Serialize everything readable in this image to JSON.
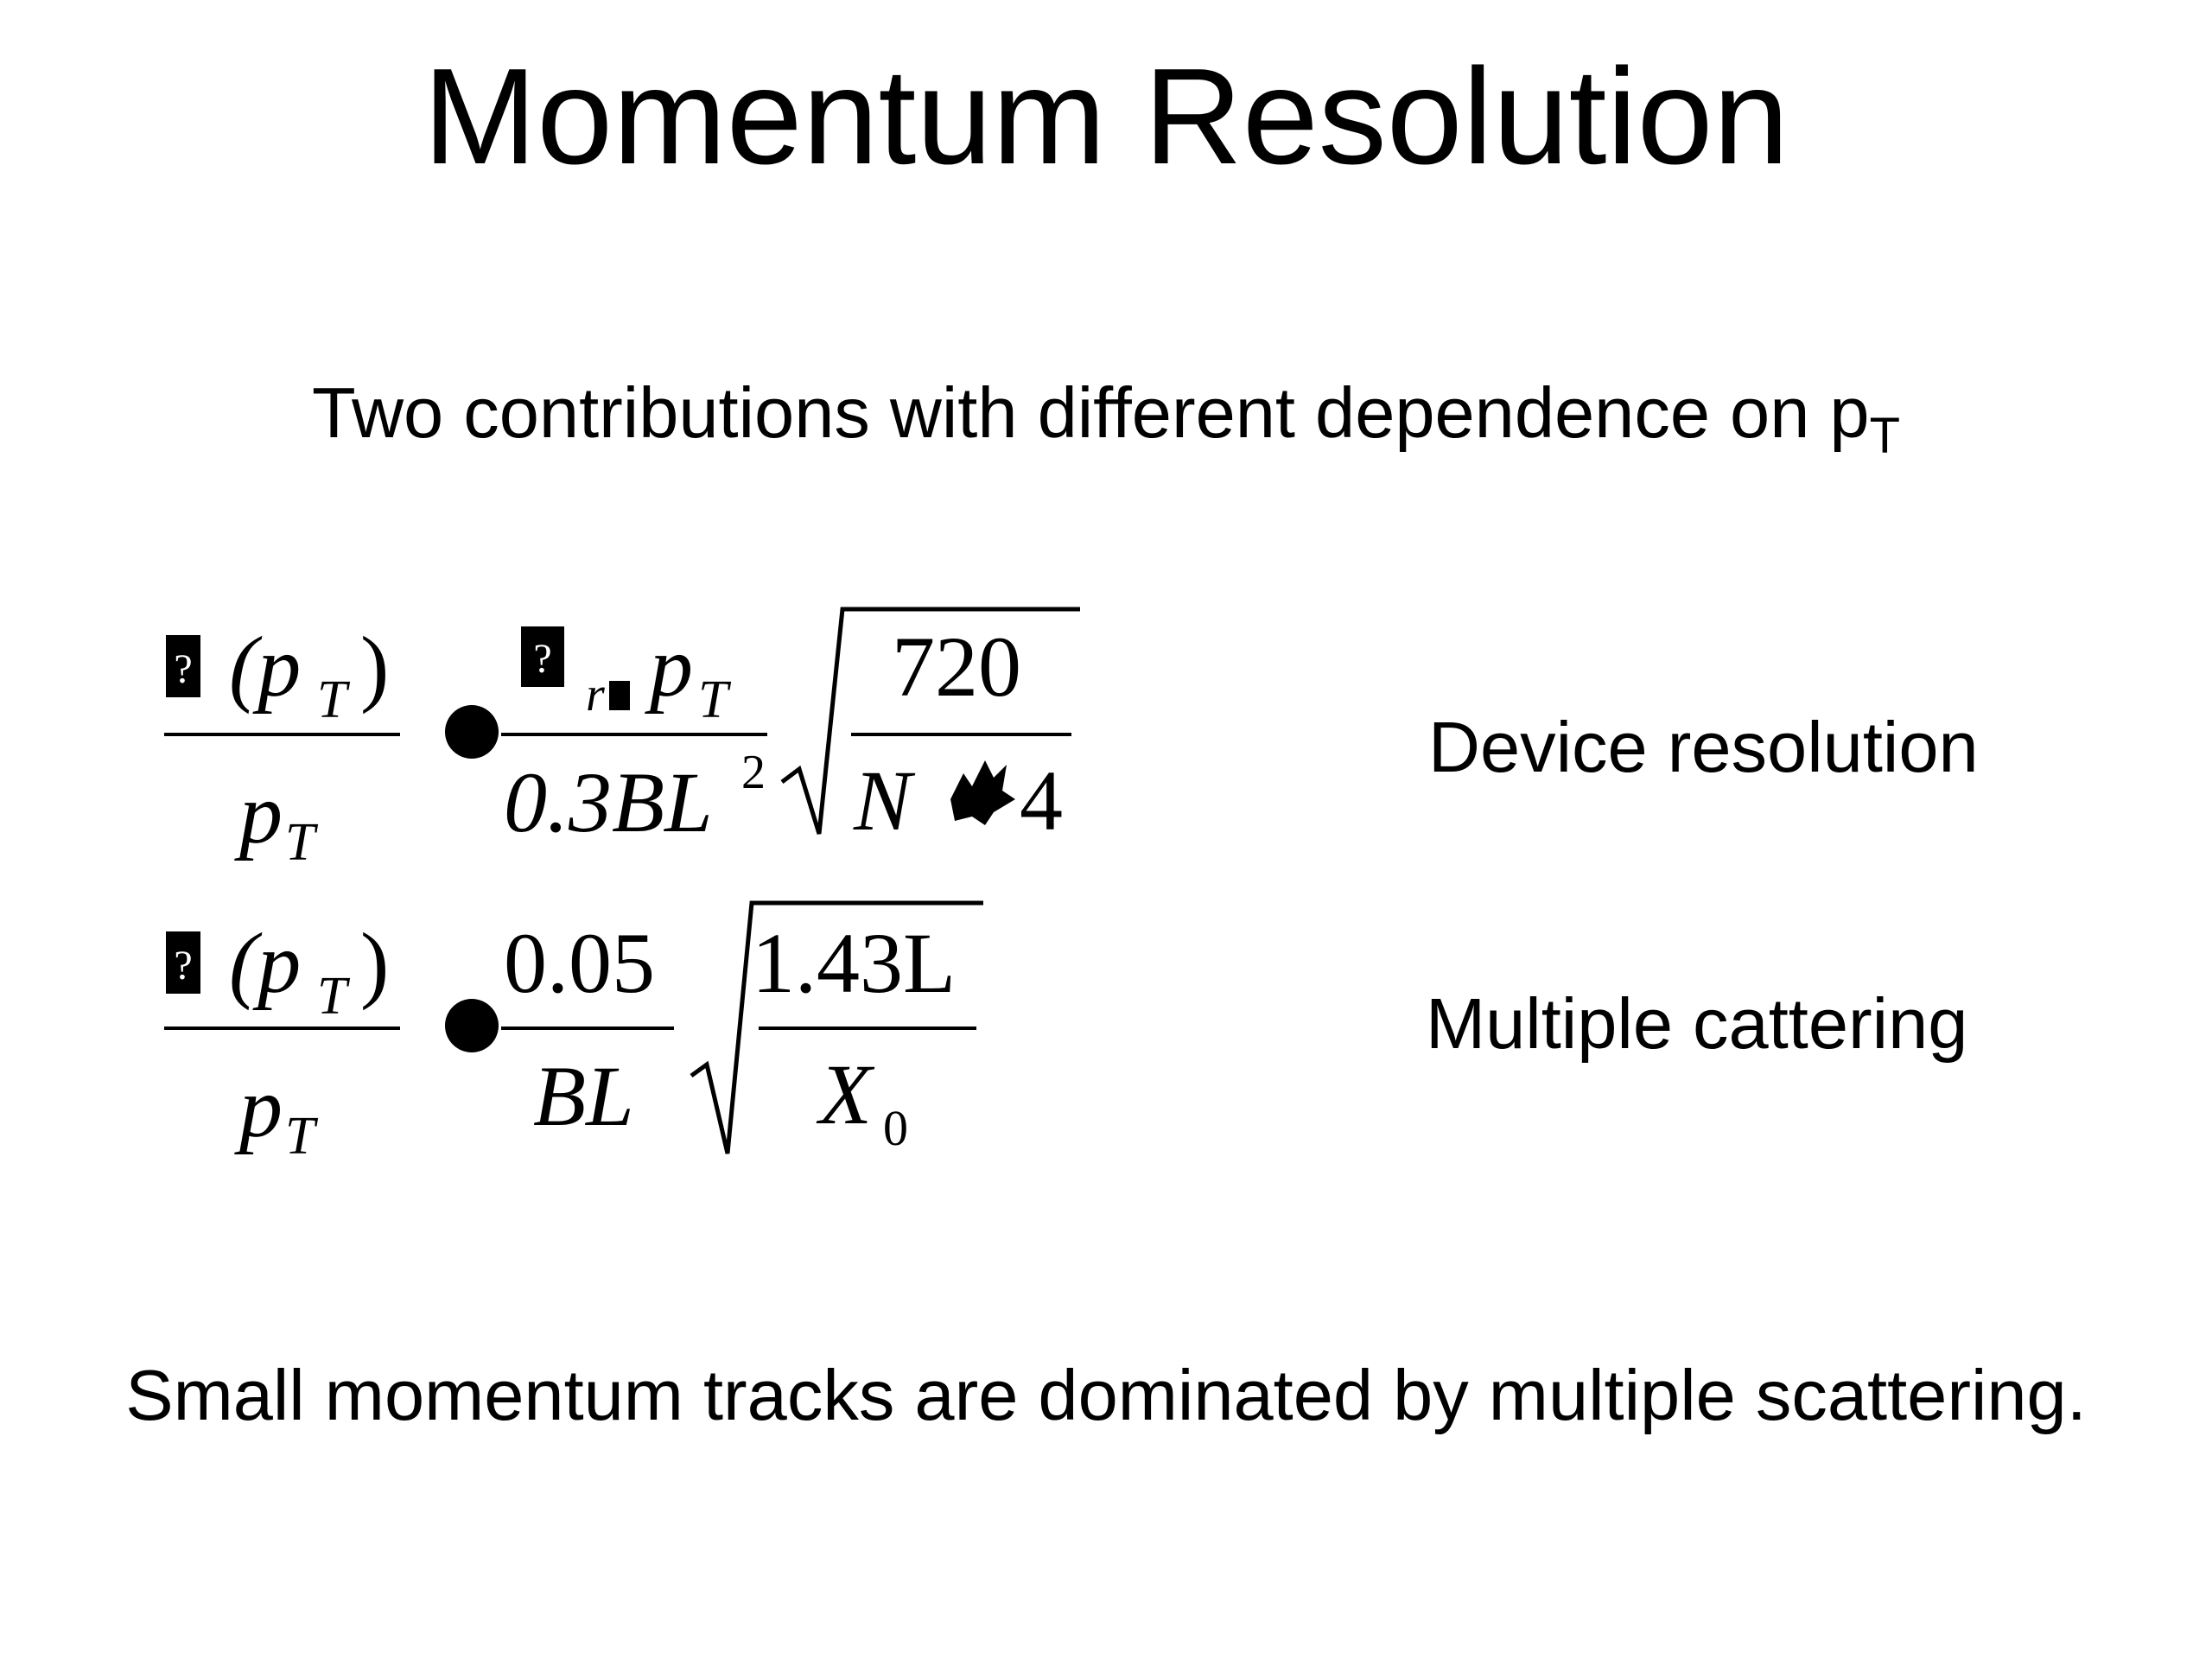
{
  "title": "Momentum Resolution",
  "subtitle": {
    "text": "Two contributions with different dependence on p",
    "subscript": "T"
  },
  "equations": {
    "device": {
      "lhs_numerator_symbol": "(p",
      "lhs_numerator_sub": "T",
      "lhs_numerator_close": ")",
      "lhs_denominator": "p",
      "lhs_denominator_sub": "T",
      "rhs_numerator_sub": "r",
      "rhs_numerator": "p",
      "rhs_numerator_p_sub": "T",
      "rhs_denominator": "0.3BL",
      "rhs_denominator_sup": "2",
      "sqrt_numerator": "720",
      "sqrt_denominator_left": "N",
      "sqrt_denominator_right": "4"
    },
    "scattering": {
      "lhs_numerator_symbol": "(p",
      "lhs_numerator_sub": "T",
      "lhs_numerator_close": ")",
      "lhs_denominator": "p",
      "lhs_denominator_sub": "T",
      "rhs_numerator": "0.05",
      "rhs_denominator": "BL",
      "sqrt_numerator": "1.43L",
      "sqrt_denominator": "X",
      "sqrt_denominator_sub": "0"
    }
  },
  "labels": {
    "device": "Device resolution",
    "scattering": "Multiple cattering"
  },
  "conclusion": "Small momentum tracks are dominated by multiple scattering."
}
